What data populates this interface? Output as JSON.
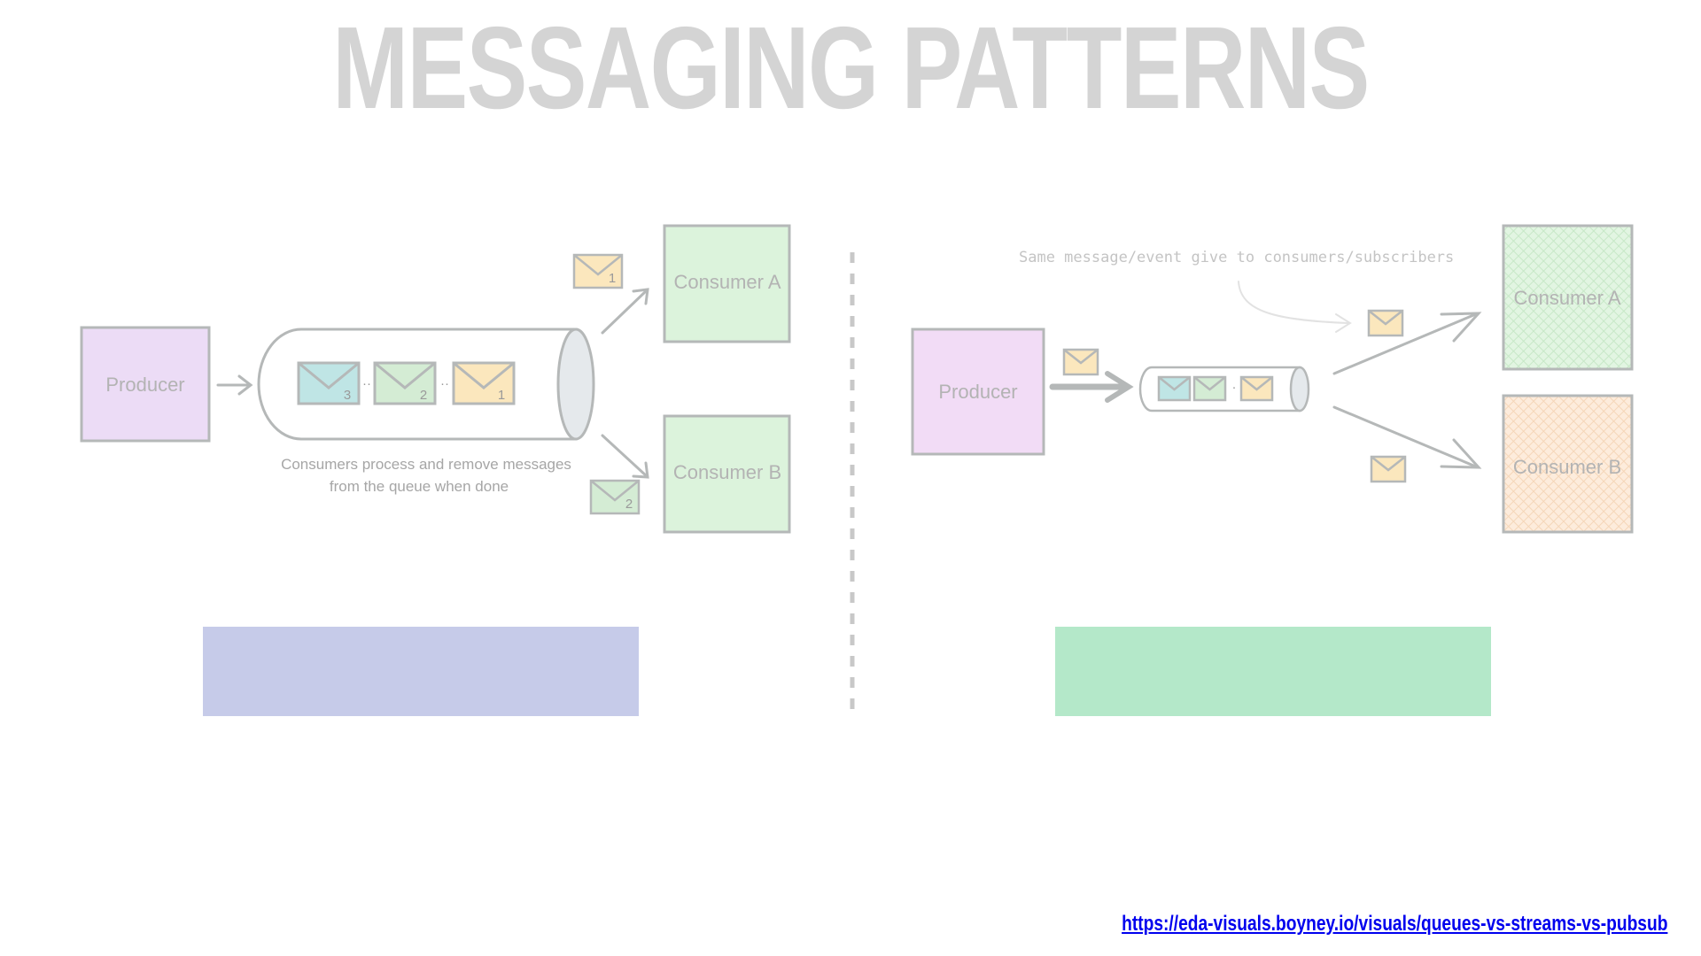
{
  "title": "MESSAGING PATTERNS",
  "colors": {
    "title": "#d4d4d4",
    "producer_fill": "#ecdcf6",
    "consumer_green_fill": "#dcf3dc",
    "consumer_orange_fill": "#fbe6d3",
    "queue_panel_fill": "#c6cbe9",
    "pubsub_panel_fill": "#b4e8c9",
    "envelope_teal": "#bfe5e5",
    "envelope_green": "#d4ecd4",
    "envelope_yellow": "#fbe7bd",
    "stroke": "#b5b8b8",
    "link": "#0000ee"
  },
  "queue_side": {
    "producer_label": "Producer",
    "consumer_a_label": "Consumer A",
    "consumer_b_label": "Consumer B",
    "queue_messages": [
      "3",
      "2",
      "1"
    ],
    "message_to_a": "1",
    "message_to_b": "2",
    "caption_line1": "Consumers process and remove messages",
    "caption_line2": "from the queue when done"
  },
  "pubsub_side": {
    "producer_label": "Producer",
    "consumer_a_label": "Consumer A",
    "consumer_b_label": "Consumer B",
    "note": "Same message/event give to consumers/subscribers"
  },
  "source_link": "https://eda-visuals.boyney.io/visuals/queues-vs-streams-vs-pubsub"
}
